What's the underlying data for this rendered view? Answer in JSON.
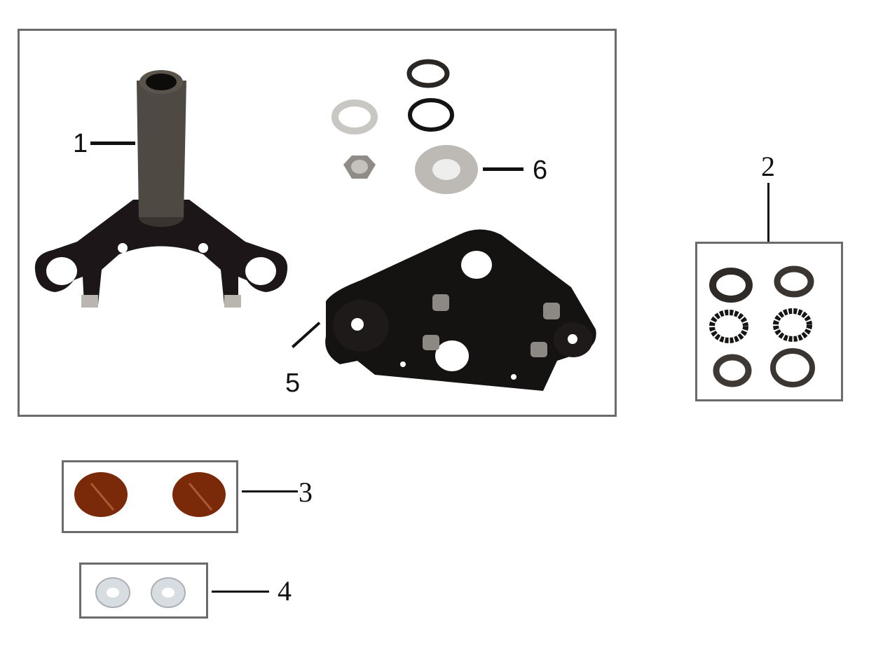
{
  "diagram": {
    "type": "exploded parts diagram",
    "subject": "steering stem / triple clamp assembly",
    "colors": {
      "frame_border": "#6b6b6b",
      "leader_line": "#111111",
      "part_black": "#1a1616",
      "part_steel": "#4a4540",
      "reflector_amber": "#7a2a08",
      "washer_silver": "#d8dde2"
    },
    "callouts": [
      {
        "id": "1",
        "label": "1",
        "part": "steering stem with upper bracket"
      },
      {
        "id": "2",
        "label": "2",
        "part": "bearing set (6 pcs)"
      },
      {
        "id": "3",
        "label": "3",
        "part": "amber reflector (2 pcs)"
      },
      {
        "id": "4",
        "label": "4",
        "part": "washer (2 pcs)"
      },
      {
        "id": "5",
        "label": "5",
        "part": "lower triple clamp"
      },
      {
        "id": "6",
        "label": "6",
        "part": "nut / washers / cup set"
      }
    ]
  }
}
